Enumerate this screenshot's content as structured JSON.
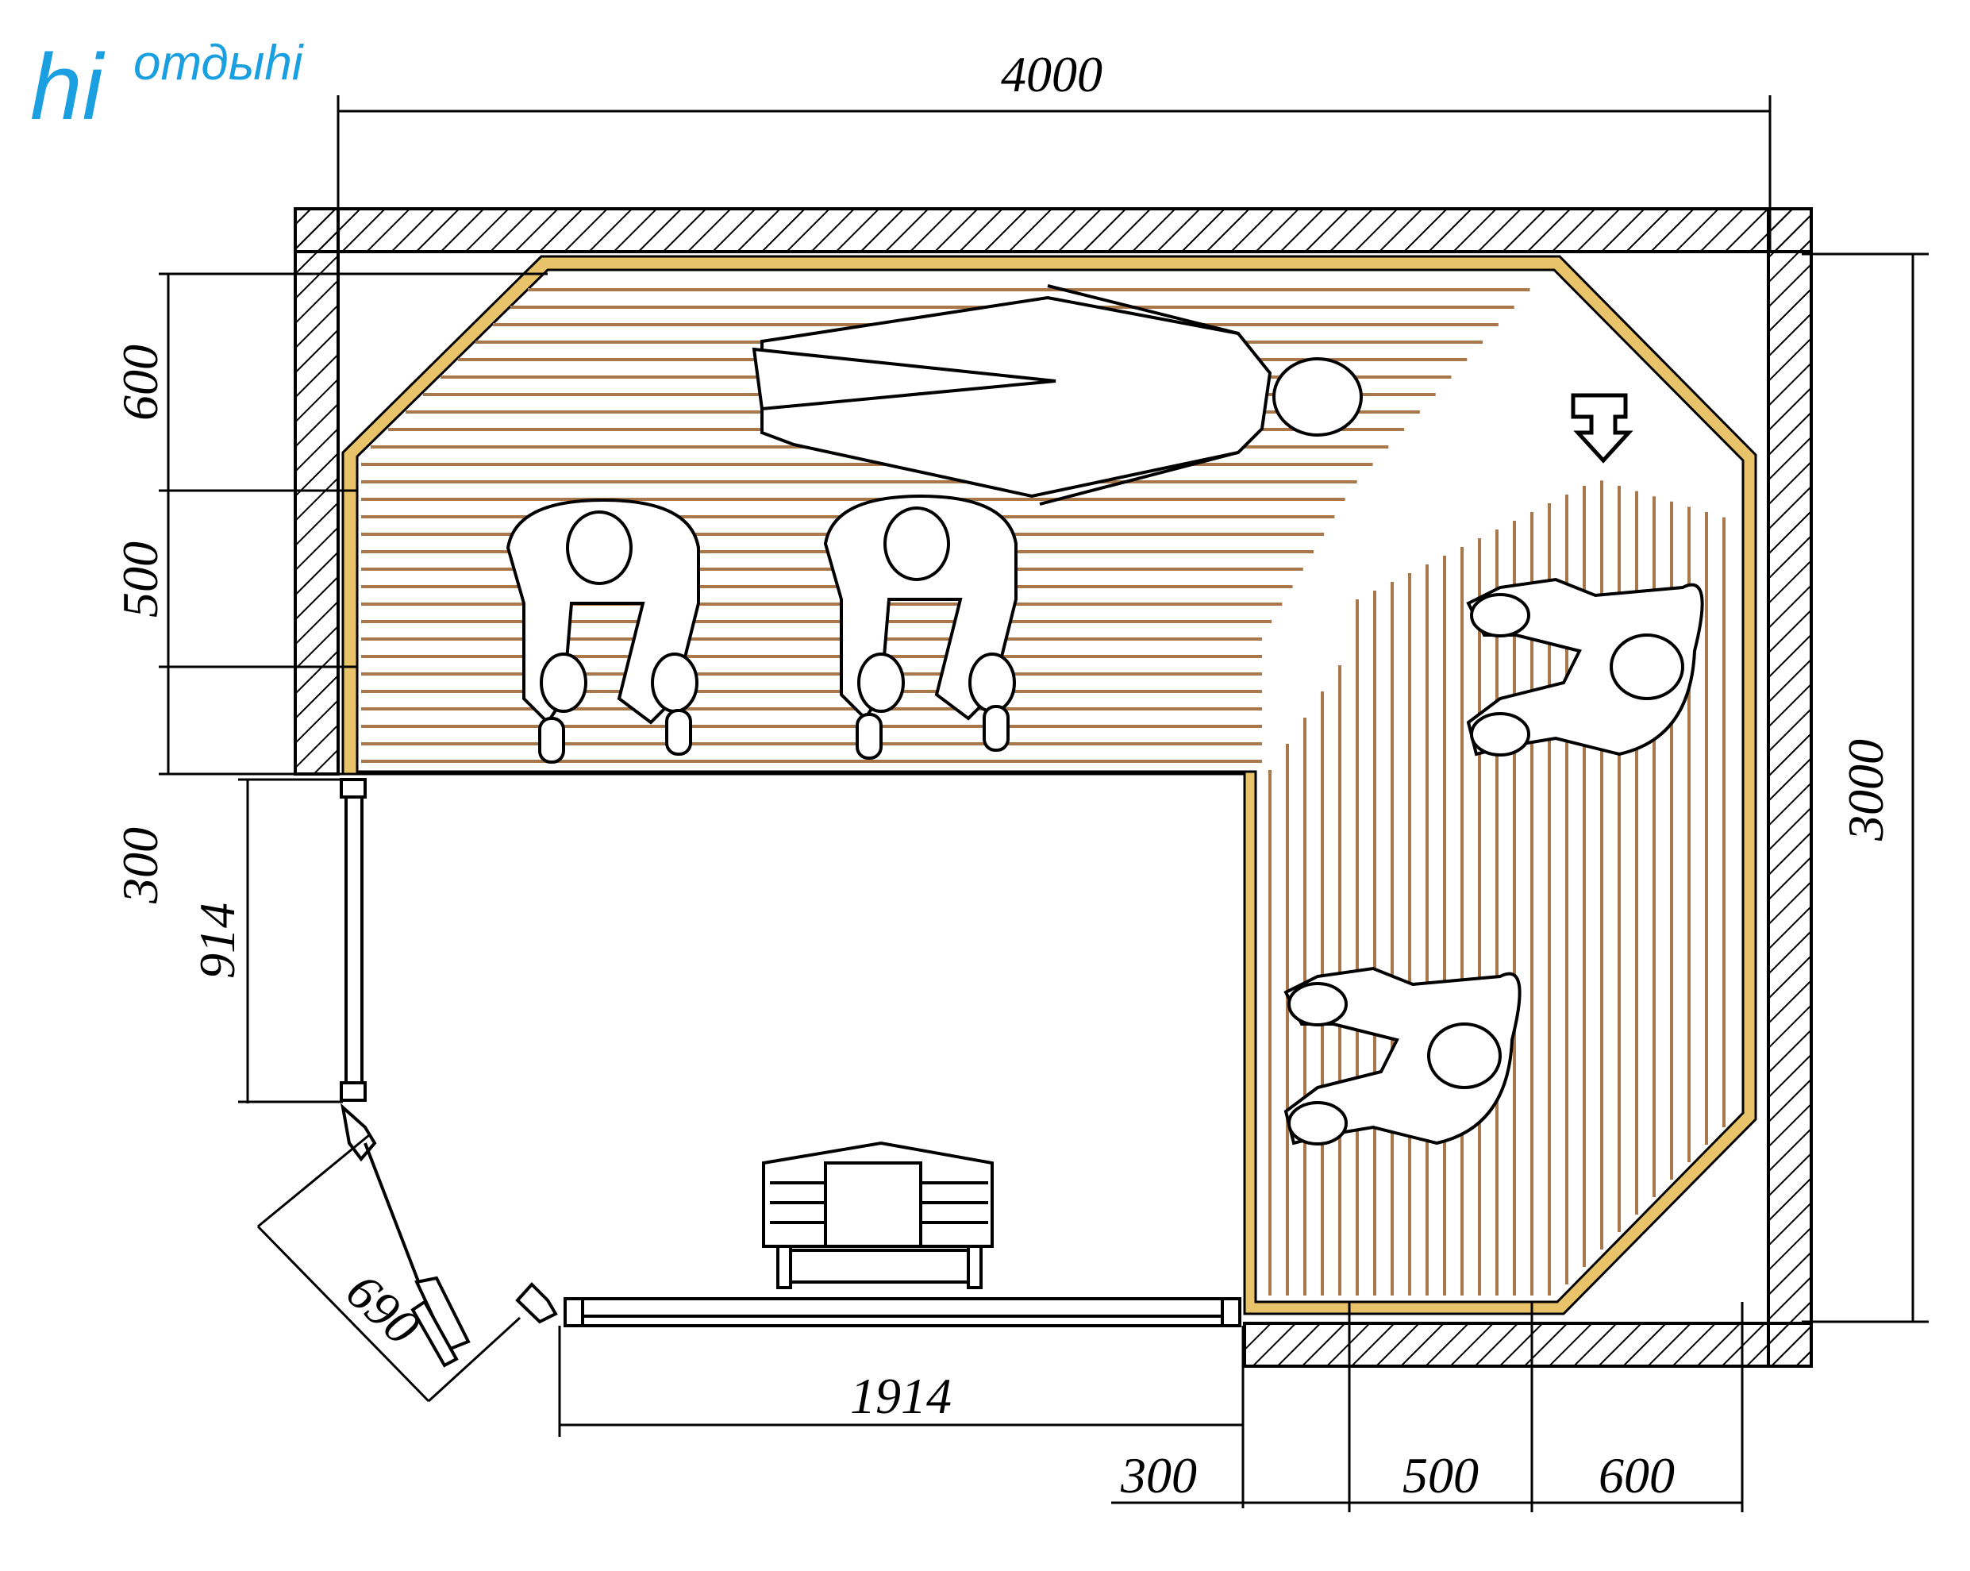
{
  "logo": {
    "mark": "hi",
    "word": "отдыhi"
  },
  "dimensions": {
    "top_width": "4000",
    "right_height": "3000",
    "left_600": "600",
    "left_500": "500",
    "left_300": "300",
    "door_height": "914",
    "door_swing": "690",
    "bottom_opening": "1914",
    "bottom_300": "300",
    "bottom_500": "500",
    "bottom_600": "600"
  },
  "colors": {
    "wall_line": "#000000",
    "bench_frame": "#e8c36a",
    "bench_slat": "#a8784a",
    "logo": "#1a9fe0"
  }
}
